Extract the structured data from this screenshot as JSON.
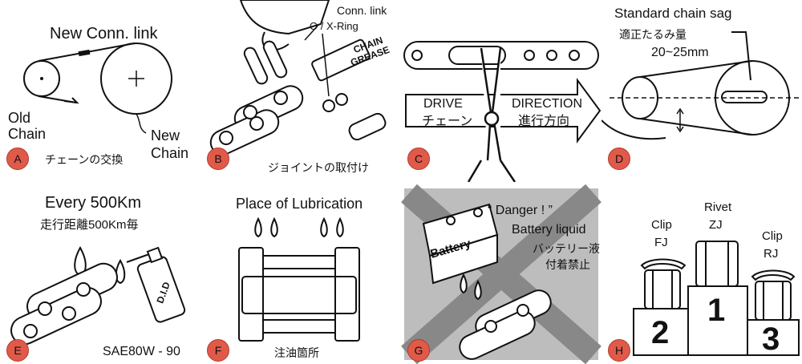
{
  "panels": {
    "a": {
      "badge": "A",
      "title": "New Conn. link",
      "old_chain": [
        "Old",
        "Chain"
      ],
      "new_chain": [
        "New",
        "Chain"
      ],
      "caption": "チェーンの交換"
    },
    "b": {
      "badge": "B",
      "conn_link": "Conn. link",
      "o_ring": "O / X-Ring",
      "grease": [
        "CHAIN",
        "GREASE"
      ],
      "caption": "ジョイントの取付け"
    },
    "c": {
      "badge": "C",
      "drive": "DRIVE",
      "drive_jp": "チェーン",
      "direction": "DIRECTION",
      "direction_jp": "進行方向"
    },
    "d": {
      "badge": "D",
      "title": "Standard chain sag",
      "title_jp": "適正たるみ量",
      "range": "20~25mm"
    },
    "e": {
      "badge": "E",
      "title": "Every 500Km",
      "title_jp": "走行距離500Km毎",
      "can_label": "D.I.D",
      "oil": "SAE80W - 90"
    },
    "f": {
      "badge": "F",
      "title": "Place of Lubrication",
      "caption": "注油箇所"
    },
    "g": {
      "badge": "G",
      "danger": "“ Danger ! ”",
      "battery_liquid": "Battery liquid",
      "jp1": "バッテリー液",
      "jp2": "付着禁止",
      "battery": "Battery"
    },
    "h": {
      "badge": "H",
      "rivet": "Rivet",
      "zj": "ZJ",
      "clip_fj": "Clip",
      "fj": "FJ",
      "clip_rj": "Clip",
      "rj": "RJ",
      "rank1": "1",
      "rank2": "2",
      "rank3": "3"
    }
  },
  "colors": {
    "badge": "#e05a4a",
    "warning_bg": "#bdbdbd",
    "ink": "#111111"
  }
}
